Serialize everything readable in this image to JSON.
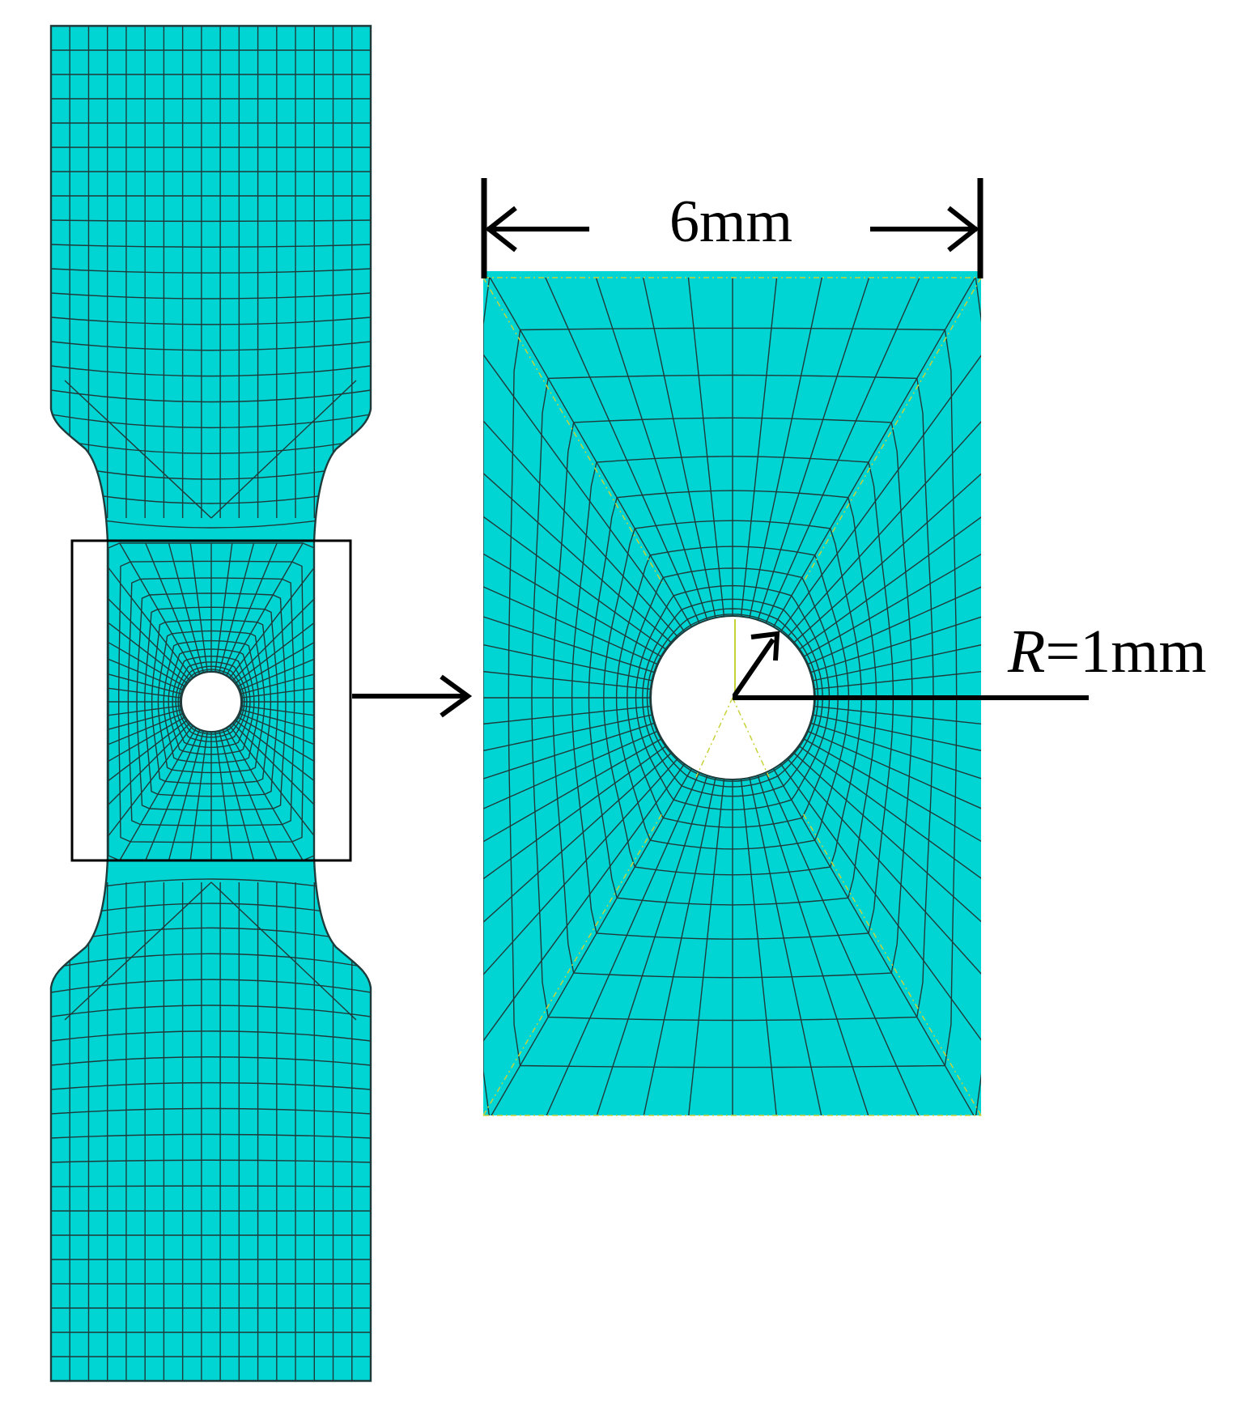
{
  "labels": {
    "width_value": "6mm",
    "radius_symbol": "R",
    "radius_value": "=1mm"
  },
  "colors": {
    "mesh_fill": "#00d5d3",
    "mesh_line": "#1f3a3a",
    "annotation": "#000000",
    "partition_guide": "#c8d23a"
  }
}
